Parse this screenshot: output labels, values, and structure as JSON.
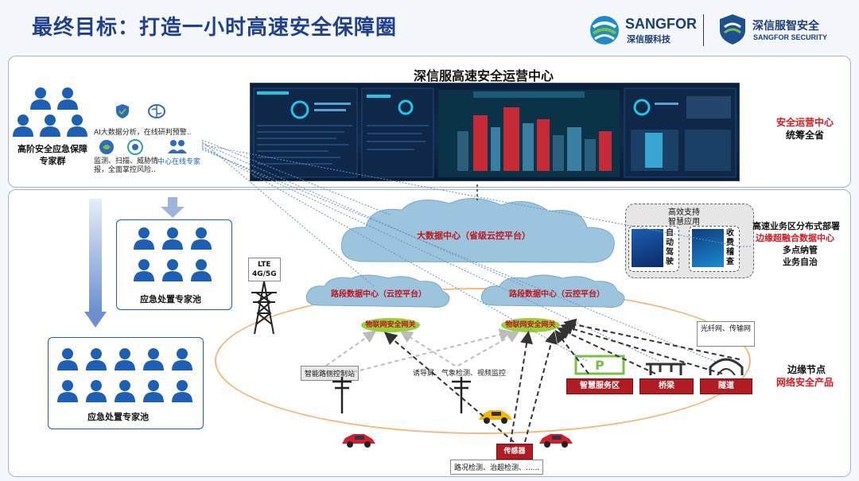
{
  "header": {
    "title": "最终目标：打造一小时高速安全保障圈",
    "logo1_name": "SANGFOR",
    "logo1_sub": "深信服科技",
    "logo2_name": "深信服智安全",
    "logo2_sub": "SANGFOR SECURITY"
  },
  "top_panel": {
    "expert_group_label": "高阶安全应急保障专家群",
    "ai_text": "AI大数据分析，在线研判预警..",
    "monitor_text": "监测、扫描、威胁情报，全面掌控风险..",
    "online_expert": "中心在线专家",
    "soc_title": "深信服高速安全运营中心",
    "right_label_1": "安全运营中心",
    "right_label_2": "统筹全省"
  },
  "bottom_panel": {
    "pool_label_1": "应急处置专家池",
    "pool_label_2": "应急处置专家池",
    "big_data_center": "大数据中心（省级云控平台）",
    "road_center_1": "路段数据中心（云控平台）",
    "road_center_2": "路段数据中心（云控平台）",
    "lte_label_1": "LTE",
    "lte_label_2": "4G/5G",
    "gateway_1": "物联网安全网关",
    "gateway_2": "物联网安全网关",
    "smart_support_1": "高效支持",
    "smart_support_2": "智慧应用",
    "auto_drive": "自动驾驶",
    "toll_check": "收费稽查",
    "right_edge_1": "高速业务区分布式部署",
    "right_edge_2": "边缘超融合数据中心",
    "right_edge_3": "多点纳管",
    "right_edge_4": "业务自治",
    "fiber_network": "光纤网、传输网",
    "smart_station": "智能路侧控制站",
    "guide_screen": "诱导屏、气象检测、视频监控",
    "service_area": "智慧服务区",
    "bridge": "桥梁",
    "tunnel": "隧道",
    "edge_node_1": "边缘节点",
    "edge_node_2": "网络安全产品",
    "sensor": "传感器",
    "sensor_desc": "路况检测、治超检测、......"
  },
  "colors": {
    "title_blue": "#1f3f8f",
    "accent_red": "#d71920",
    "gateway_green": "#98cf3b",
    "cloud_blue": "#9cc4dd",
    "person_blue": "#1d5fb4"
  }
}
